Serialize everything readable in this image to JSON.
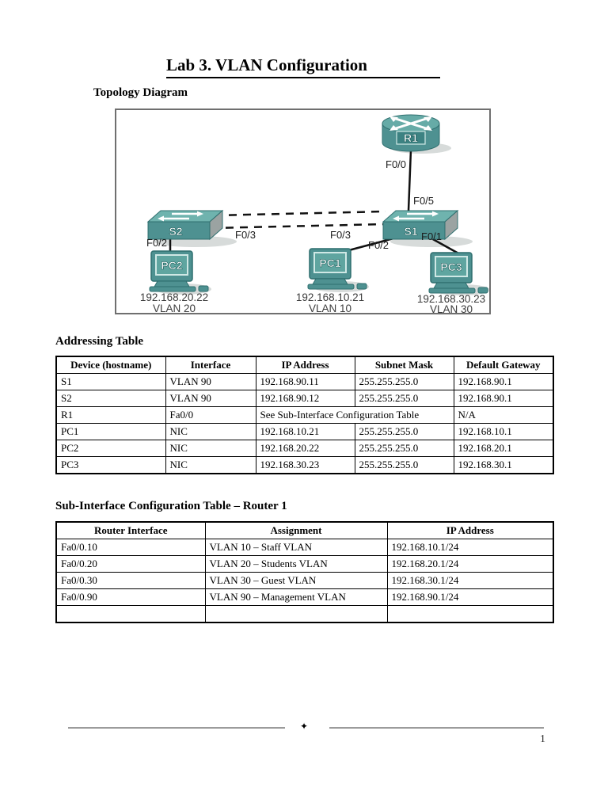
{
  "page": {
    "title": "Lab 3. VLAN Configuration",
    "page_number": "1",
    "footer_glyph": "✦"
  },
  "sections": {
    "topology": "Topology Diagram",
    "addressing": "Addressing Table",
    "subinterface": "Sub-Interface Configuration Table – Router 1"
  },
  "diagram": {
    "colors": {
      "device_teal": "#4E9191",
      "device_teal_light": "#6FB3AE",
      "device_teal_dark": "#2F6F6F",
      "box_border_gray": "#6f6f6f",
      "link_black": "#111111"
    },
    "devices": {
      "router": "R1",
      "switch1": "S1",
      "switch2": "S2",
      "pc1": "PC1",
      "pc2": "PC2",
      "pc3": "PC3"
    },
    "ports": {
      "r1_f00": "F0/0",
      "s1_f05": "F0/5",
      "s2_f03": "F0/3",
      "s1_f03": "F0/3",
      "s2_f02": "F0/2",
      "s1_f02": "F0/2",
      "s1_f01": "F0/1"
    },
    "captions": {
      "pc1_ip": "192.168.10.21",
      "pc1_vlan": "VLAN 10",
      "pc2_ip": "192.168.20.22",
      "pc2_vlan": "VLAN 20",
      "pc3_ip": "192.168.30.23",
      "pc3_vlan": "VLAN 30"
    }
  },
  "addressing_table": {
    "headers": [
      "Device (hostname)",
      "Interface",
      "IP Address",
      "Subnet Mask",
      "Default Gateway"
    ],
    "rows": [
      [
        "S1",
        "VLAN 90",
        "192.168.90.11",
        "255.255.255.0",
        "192.168.90.1"
      ],
      [
        "S2",
        "VLAN 90",
        "192.168.90.12",
        "255.255.255.0",
        "192.168.90.1"
      ],
      [
        "R1",
        "Fa0/0",
        "See Sub-Interface Configuration Table",
        "N/A"
      ],
      [
        "PC1",
        "NIC",
        "192.168.10.21",
        "255.255.255.0",
        "192.168.10.1"
      ],
      [
        "PC2",
        "NIC",
        "192.168.20.22",
        "255.255.255.0",
        "192.168.20.1"
      ],
      [
        "PC3",
        "NIC",
        "192.168.30.23",
        "255.255.255.0",
        "192.168.30.1"
      ]
    ]
  },
  "subinterface_table": {
    "headers": [
      "Router Interface",
      "Assignment",
      "IP Address"
    ],
    "rows": [
      [
        "Fa0/0.10",
        "VLAN 10 – Staff VLAN",
        "192.168.10.1/24"
      ],
      [
        "Fa0/0.20",
        "VLAN 20 – Students VLAN",
        "192.168.20.1/24"
      ],
      [
        "Fa0/0.30",
        "VLAN 30 – Guest VLAN",
        "192.168.30.1/24"
      ],
      [
        "Fa0/0.90",
        "VLAN 90 – Management VLAN",
        "192.168.90.1/24"
      ],
      [
        "",
        "",
        ""
      ]
    ]
  }
}
